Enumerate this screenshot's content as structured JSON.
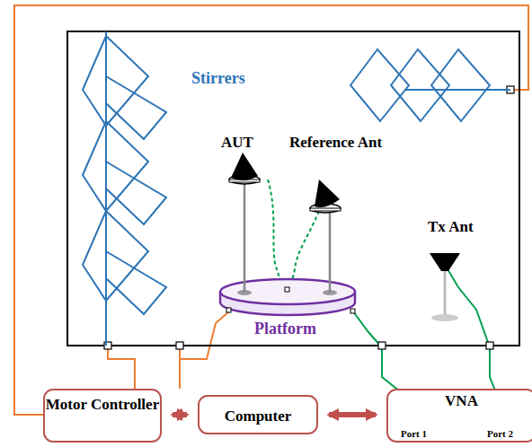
{
  "diagram": {
    "nodes": [
      {
        "text": [
          "Motor Controller"
        ]
      },
      {
        "text": [
          "Computer"
        ]
      },
      {
        "text": [
          "VNA",
          "Port 1",
          "Port 2"
        ]
      }
    ],
    "edges": [
      {
        "from": 0,
        "to": 1,
        "arrow": "both"
      },
      {
        "from": 1,
        "to": 2,
        "arrow": "both"
      }
    ],
    "labels": [
      "Stirrers",
      "AUT",
      "Reference Ant",
      "Tx Ant",
      "Platform"
    ]
  }
}
